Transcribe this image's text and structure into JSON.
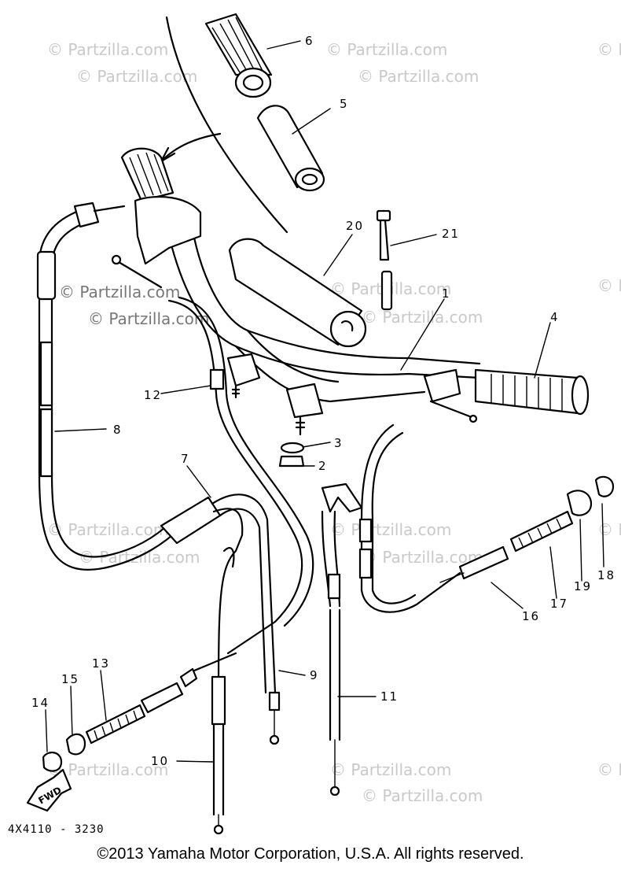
{
  "watermark": "© Partzilla.com",
  "watermark_dark": "© Partzilla.com",
  "part_code": "4X4110 - 3230",
  "fwd_label": "FWD",
  "copyright": "©2013  Yamaha Motor Corporation, U.S.A. All rights reserved.",
  "callouts": [
    "1",
    "2",
    "3",
    "4",
    "5",
    "6",
    "7",
    "8",
    "9",
    "10",
    "11",
    "12",
    "13",
    "14",
    "15",
    "16",
    "17",
    "18",
    "19",
    "20",
    "21"
  ]
}
